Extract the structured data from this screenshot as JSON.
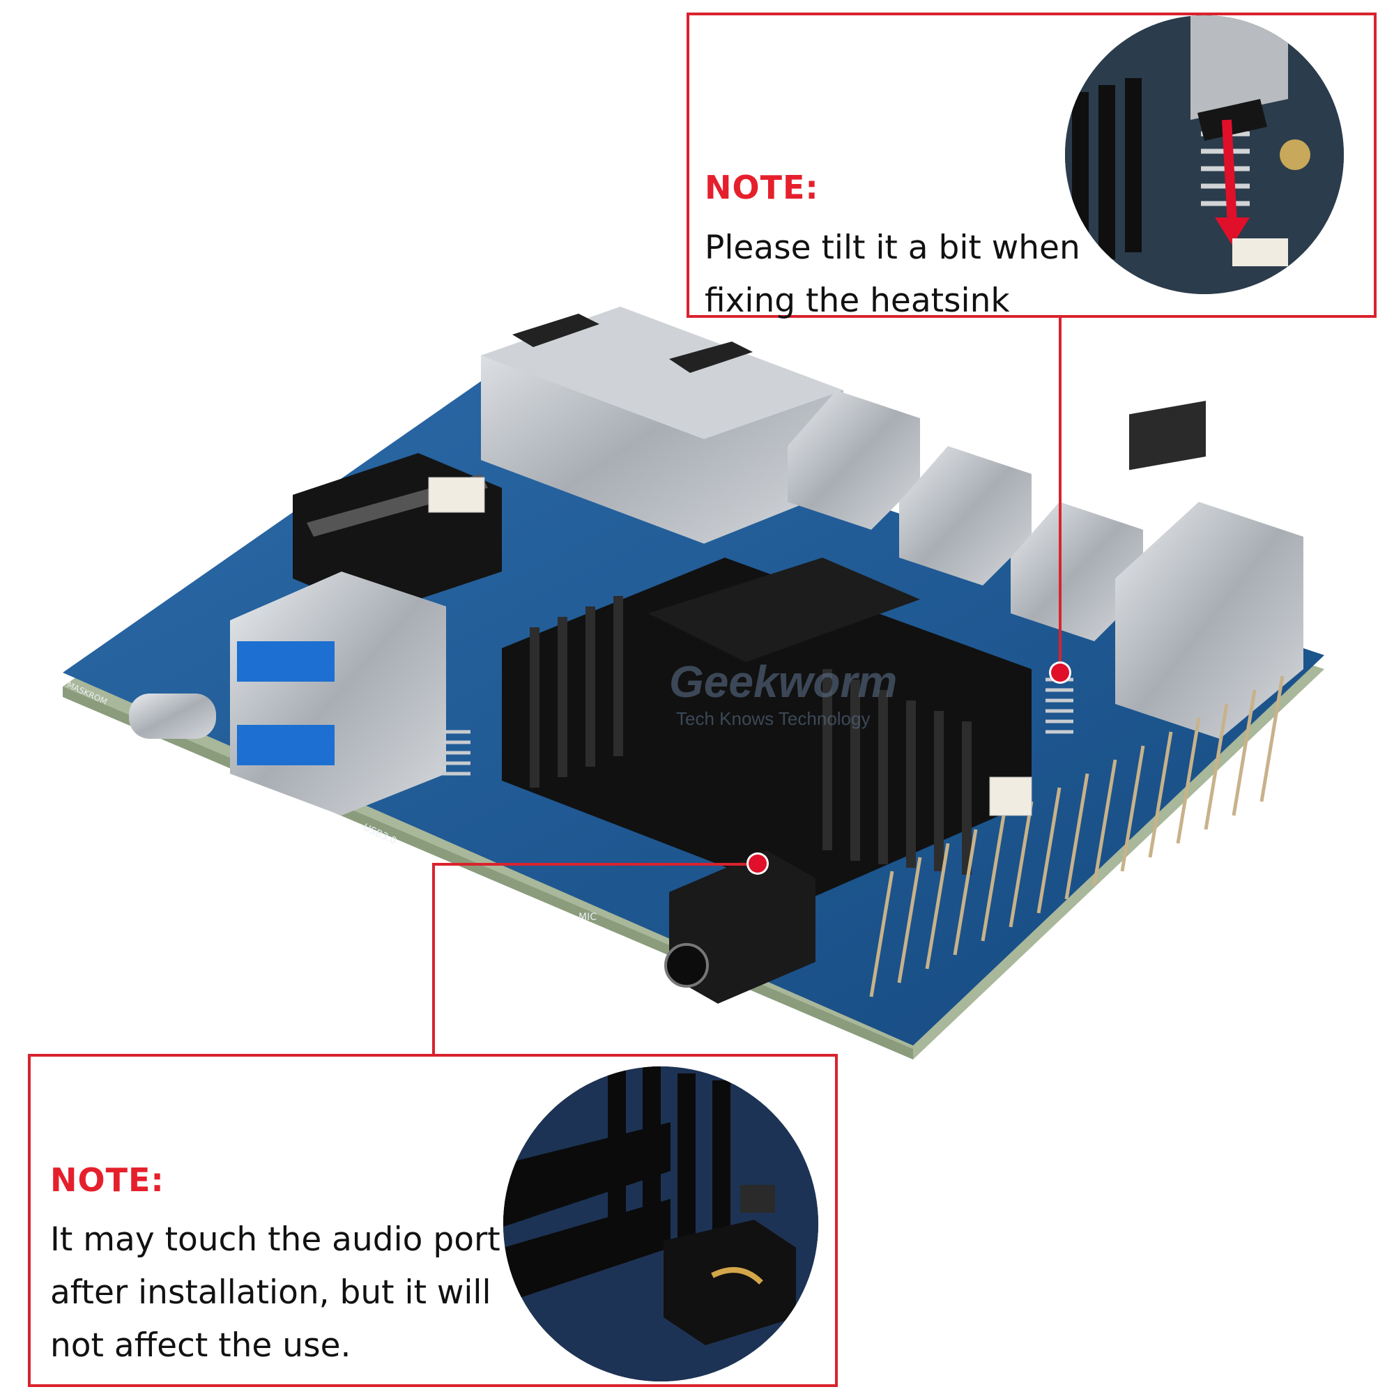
{
  "notes": {
    "top": {
      "title": "NOTE:",
      "lines": [
        "Please tilt it a bit when",
        "fixing the heatsink"
      ]
    },
    "bottom": {
      "title": "NOTE:",
      "lines": [
        "It may touch the audio port",
        "after installation, but it will",
        "not affect the use."
      ]
    }
  },
  "watermark": {
    "brand": "Geekworm",
    "tagline": "Tech Knows Technology"
  },
  "board_labels": {
    "usb": "USB3.0",
    "mic": "MIC",
    "mask": "MASKROM"
  },
  "colors": {
    "callout_border": "#d9232e",
    "note_title": "#e5202c",
    "pcb": "#1f5a96",
    "heatsink": "#111111"
  }
}
